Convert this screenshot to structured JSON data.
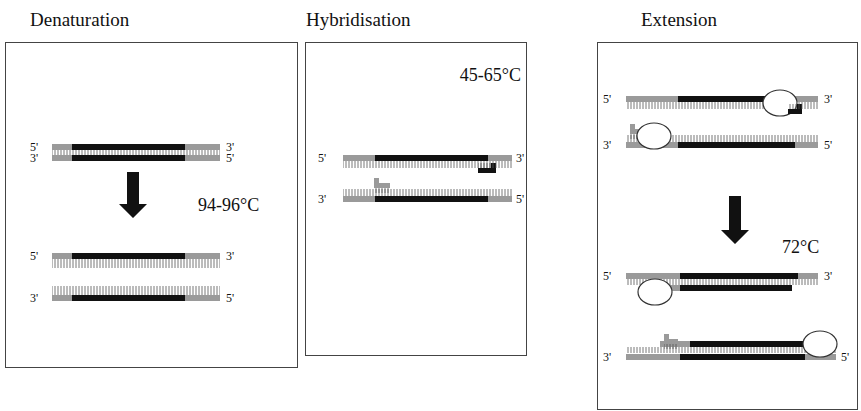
{
  "diagram": {
    "nodes": [
      {
        "text": [
          "Denaturation",
          "94-96°C"
        ]
      },
      {
        "text": [
          "Hybridisation",
          "45-65°C"
        ]
      },
      {
        "text": [
          "Extension",
          "72°C"
        ]
      }
    ],
    "labels": [
      "5'",
      "3'",
      "3'",
      "5'",
      "5'",
      "3'",
      "3'",
      "5'",
      "5'",
      "3'",
      "3'",
      "5'",
      "5'",
      "3'",
      "3'",
      "5'",
      "5'",
      "3'",
      "3'",
      "5'"
    ]
  }
}
